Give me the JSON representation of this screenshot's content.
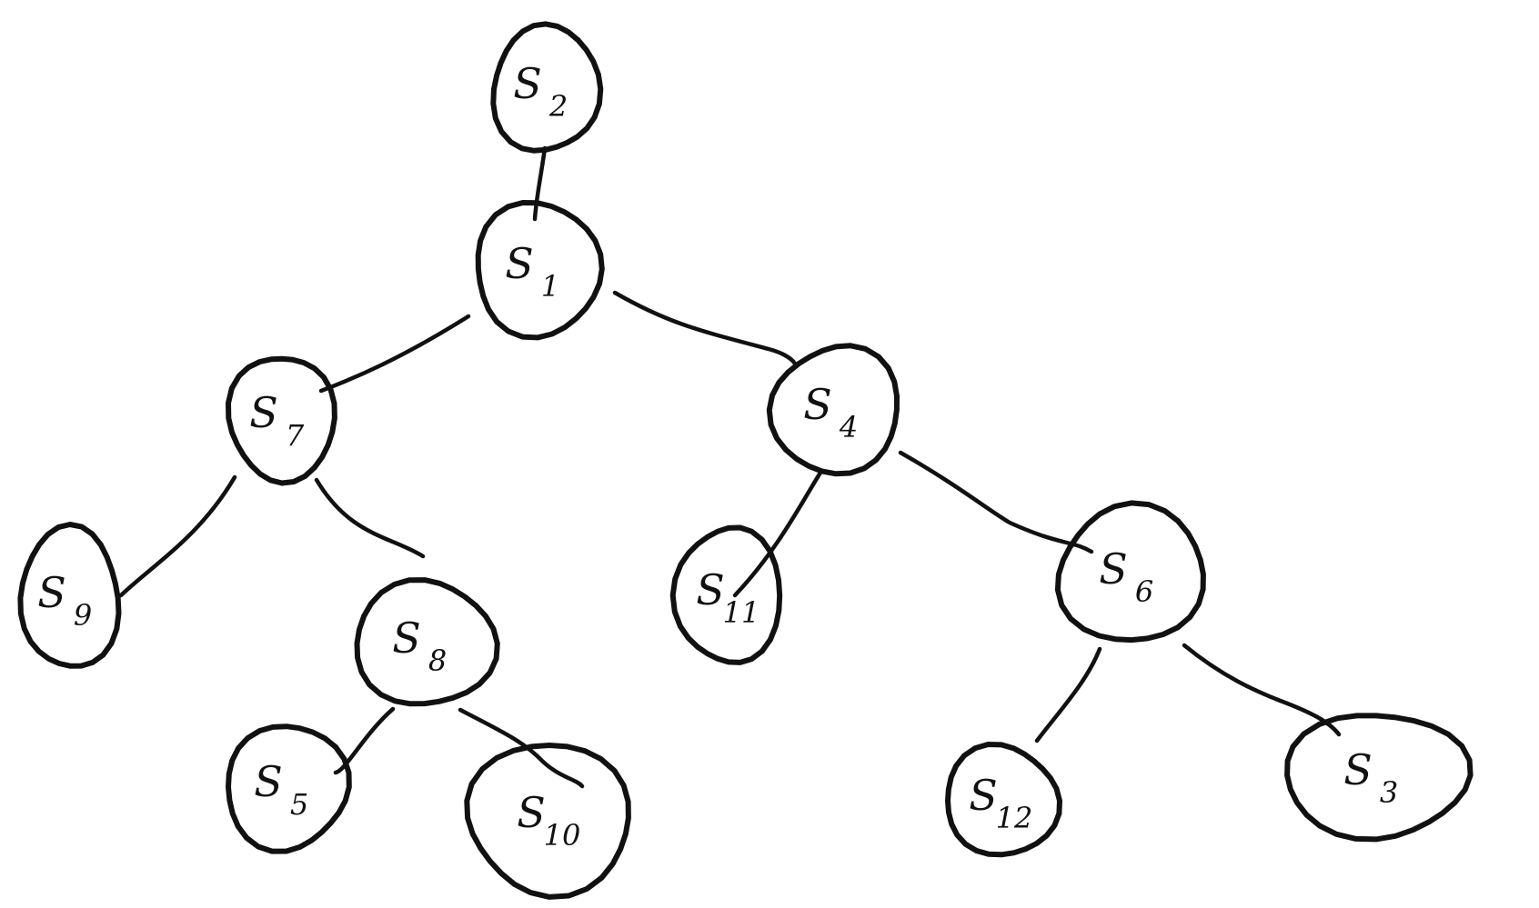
{
  "diagram": {
    "type": "binary-tree",
    "stroke_color": "#111111",
    "background": "#ffffff",
    "nodes": [
      {
        "id": "s2",
        "letter": "S",
        "sub": "2"
      },
      {
        "id": "s1",
        "letter": "S",
        "sub": "1"
      },
      {
        "id": "s7",
        "letter": "S",
        "sub": "7"
      },
      {
        "id": "s4",
        "letter": "S",
        "sub": "4"
      },
      {
        "id": "s9",
        "letter": "S",
        "sub": "9"
      },
      {
        "id": "s8",
        "letter": "S",
        "sub": "8"
      },
      {
        "id": "s5",
        "letter": "S",
        "sub": "5"
      },
      {
        "id": "s10",
        "letter": "S",
        "sub": "10"
      },
      {
        "id": "s11",
        "letter": "S",
        "sub": "11"
      },
      {
        "id": "s6",
        "letter": "S",
        "sub": "6"
      },
      {
        "id": "s12",
        "letter": "S",
        "sub": "12"
      },
      {
        "id": "s3",
        "letter": "S",
        "sub": "3"
      }
    ],
    "edges": [
      {
        "from": "s2",
        "to": "s1"
      },
      {
        "from": "s1",
        "to": "s7"
      },
      {
        "from": "s1",
        "to": "s4"
      },
      {
        "from": "s7",
        "to": "s9"
      },
      {
        "from": "s7",
        "to": "s8"
      },
      {
        "from": "s8",
        "to": "s5"
      },
      {
        "from": "s8",
        "to": "s10"
      },
      {
        "from": "s4",
        "to": "s11"
      },
      {
        "from": "s4",
        "to": "s6"
      },
      {
        "from": "s6",
        "to": "s12"
      },
      {
        "from": "s6",
        "to": "s3"
      }
    ]
  }
}
